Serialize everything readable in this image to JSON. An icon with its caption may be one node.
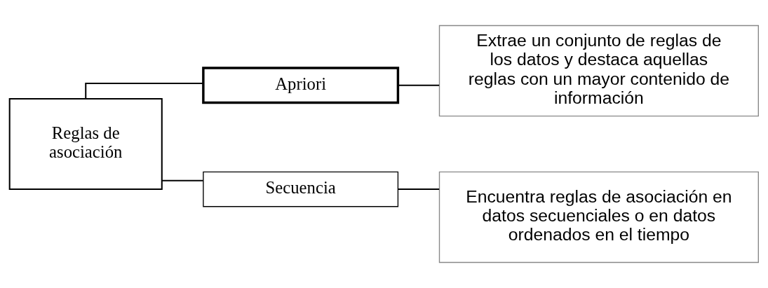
{
  "diagram": {
    "nodes": [
      {
        "text": [
          "Reglas de asociación"
        ]
      },
      {
        "text": [
          "Apriori"
        ]
      },
      {
        "text": [
          "Secuencia"
        ]
      },
      {
        "text": [
          "Extrae un conjunto de reglas de los datos y destaca aquellas reglas con un mayor contenido de información"
        ]
      },
      {
        "text": [
          "Encuentra reglas de asociación en datos secuenciales o en datos ordenados en el tiempo"
        ]
      }
    ],
    "edges": [
      {
        "from": 0,
        "to": 1,
        "arrow": "none"
      },
      {
        "from": 0,
        "to": 2,
        "arrow": "none"
      },
      {
        "from": 1,
        "to": 3,
        "arrow": "none"
      },
      {
        "from": 2,
        "to": 4,
        "arrow": "none"
      }
    ]
  }
}
